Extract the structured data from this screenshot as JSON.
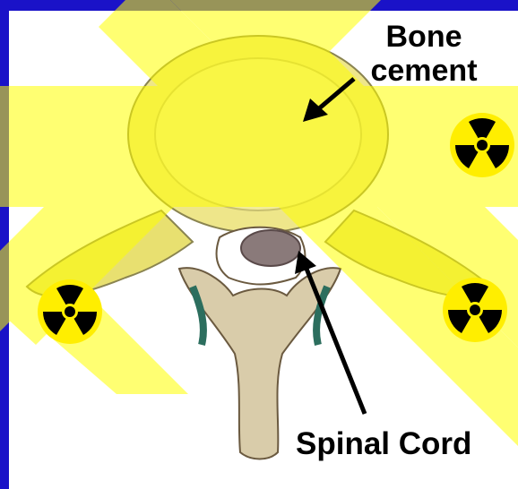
{
  "labels": {
    "bone_cement": [
      "Bone",
      "cement"
    ],
    "spinal_cord": "Spinal Cord"
  },
  "colors": {
    "background": "#1a12c8",
    "panel": "#ffffff",
    "highlight": "#ffff00",
    "bone": "#eee68a",
    "spinal_cord": "#8a7a7a",
    "radiation_yellow": "#ffee00"
  },
  "icons": [
    "radiation-icon",
    "radiation-icon",
    "radiation-icon"
  ]
}
